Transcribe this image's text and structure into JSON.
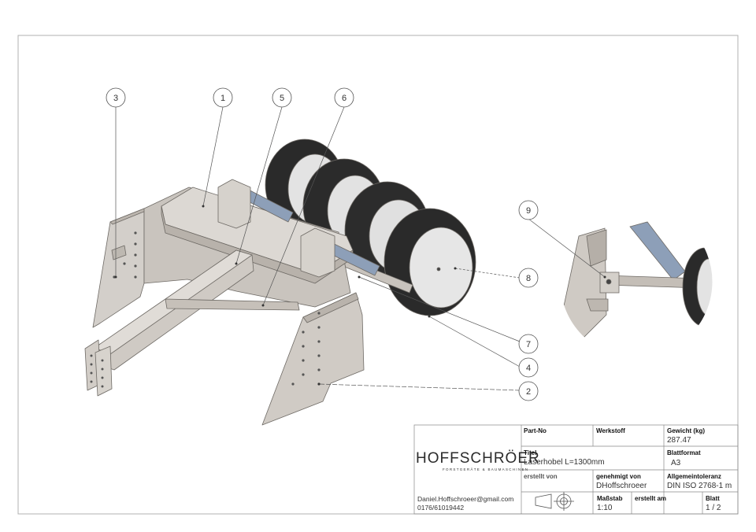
{
  "balloons": [
    {
      "id": "b3",
      "num": "3"
    },
    {
      "id": "b1",
      "num": "1"
    },
    {
      "id": "b5",
      "num": "5"
    },
    {
      "id": "b6",
      "num": "6"
    },
    {
      "id": "b9",
      "num": "9"
    },
    {
      "id": "b8",
      "num": "8"
    },
    {
      "id": "b7",
      "num": "7"
    },
    {
      "id": "b4",
      "num": "4"
    },
    {
      "id": "b2",
      "num": "2"
    }
  ],
  "title_block": {
    "logo": "HOFFSCHRÖER",
    "logo_sub": "FORSTGERÄTE & BAUMASCHINEN",
    "email": "Daniel.Hoffschroeer@gmail.com",
    "phone": "0176/61019442",
    "part_no_label": "Part-No",
    "part_no_value": "",
    "werkstoff_label": "Werkstoff",
    "werkstoff_value": "",
    "gewicht_label": "Gewicht (kg)",
    "gewicht_value": "287.47",
    "titel_label": "Titel",
    "titel_value": "Laserhobel L=1300mm",
    "blattformat_label": "Blattformat",
    "blattformat_value": "A3",
    "erstellt_label": "erstellt von",
    "genehmigt_label": "genehmigt von",
    "genehmigt_value": "DHoffschroeer",
    "toleranz_label": "Allgemeintoleranz",
    "toleranz_value": "DIN ISO 2768-1 m",
    "massstab_label": "Maßstab",
    "massstab_value": "1:10",
    "erstellt_am_label": "erstellt am",
    "blatt_label": "Blatt",
    "blatt_value": "1  /  2"
  },
  "colors": {
    "frame": "#aaaaaa",
    "plate_light": "#d9d5d0",
    "plate_mid": "#c9c4be",
    "plate_dark": "#a9a39c",
    "tire": "#2a2a2a",
    "rim": "#e3e3e3",
    "cylinder": "#8d9fb8",
    "leader": "#555555"
  }
}
